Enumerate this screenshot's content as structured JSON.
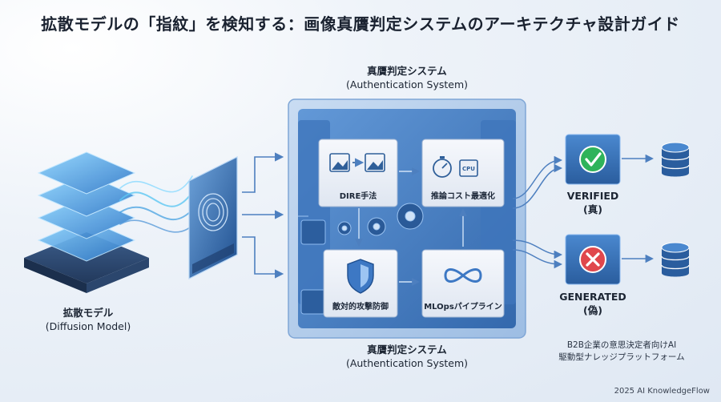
{
  "title": "拡散モデルの「指紋」を検知する：画像真贋判定システムのアーキテクチャ設計ガイド",
  "diffusion_model": {
    "label": "拡散モデル",
    "sublabel": "(Diffusion Model)"
  },
  "system_top": {
    "label": "真贋判定システム",
    "sublabel": "(Authentication System)"
  },
  "system_bottom": {
    "label": "真贋判定システム",
    "sublabel": "(Authentication System)"
  },
  "modules": {
    "dire": "DIRE手法",
    "cost": "推論コスト最適化",
    "defense": "敵対的攻撃防御",
    "mlops": "MLOpsパイプライン"
  },
  "outputs": {
    "verified": {
      "label": "VERIFIED",
      "sublabel": "(真)",
      "color": "#2fb35a"
    },
    "generated": {
      "label": "GENERATED",
      "sublabel": "(偽)",
      "color": "#e0474c"
    }
  },
  "cpu_chip": "CPU",
  "brand_line1": "B2B企業の意思決定者向けAI",
  "brand_line2": "駆動型ナレッジプラットフォーム",
  "credit": "2025 AI KnowledgeFlow",
  "colors": {
    "accent": "#3d78c4",
    "panel": "#4f88cc",
    "card": "#eef2f8",
    "cyan": "#5cc7f2"
  }
}
